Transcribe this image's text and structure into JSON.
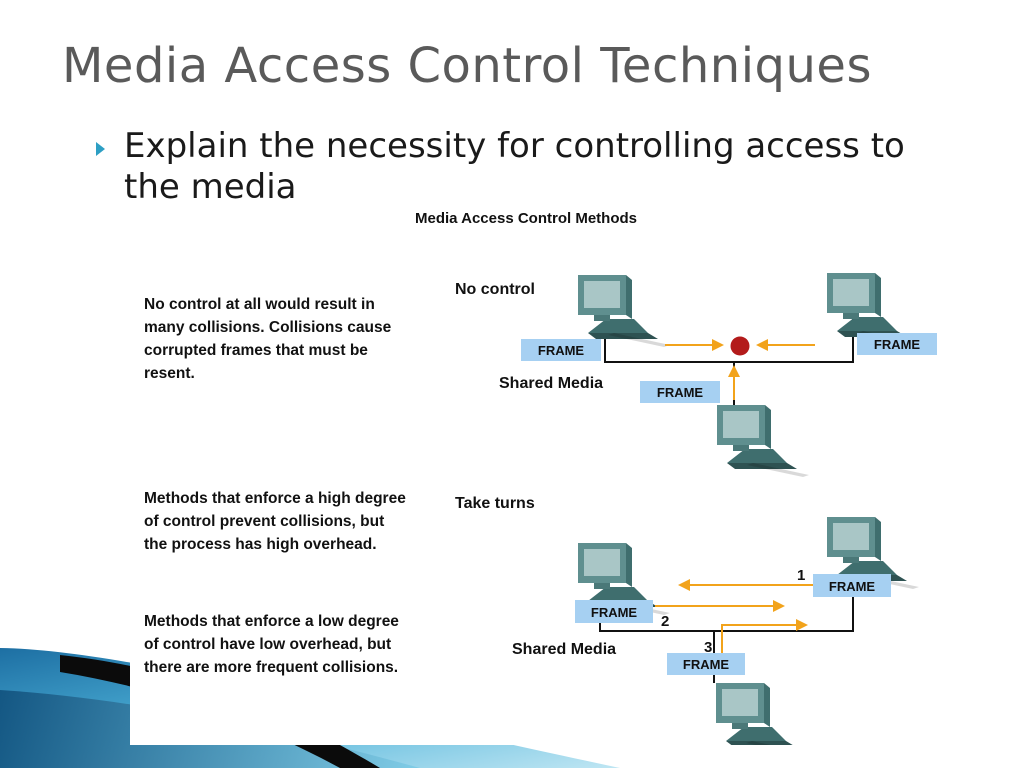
{
  "slide": {
    "title": "Media Access Control Techniques",
    "bullet": "Explain the necessity for controlling access to the media"
  },
  "figure": {
    "title": "Media Access Control Methods",
    "no_control": {
      "label": "No control",
      "description": "No control at all would result in many collisions. Collisions cause corrupted frames that must be resent.",
      "media_label": "Shared Media",
      "frames": [
        "FRAME",
        "FRAME",
        "FRAME"
      ]
    },
    "take_turns": {
      "label": "Take turns",
      "description_high": "Methods that enforce a high degree of control prevent collisions, but the process has high overhead.",
      "description_low": "Methods that enforce a low degree of control have low overhead, but there are more frequent collisions.",
      "media_label": "Shared Media",
      "frames": [
        "FRAME",
        "FRAME",
        "FRAME"
      ],
      "steps": [
        "1",
        "2",
        "3"
      ]
    }
  },
  "colors": {
    "title_text": "#5a5a5a",
    "bullet_accent": "#2d9fc4",
    "frame_fill": "#a6d0f2",
    "arrow_orange": "#f2a31b",
    "collision_red": "#b31b1b",
    "computer_teal": "#5f8f8f"
  }
}
